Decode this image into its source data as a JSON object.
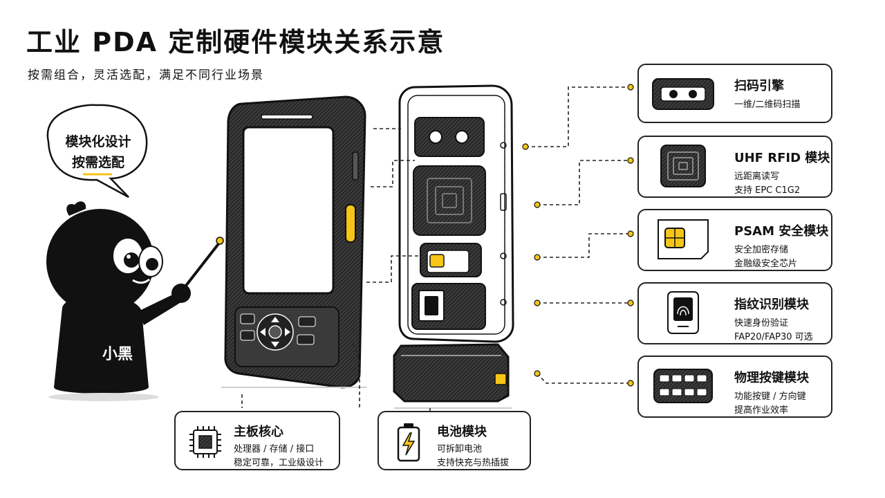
{
  "header": {
    "title": "工业 PDA 定制硬件模块关系示意",
    "subtitle": "按需组合，灵活选配，满足不同行业场景"
  },
  "bubble": {
    "line1": "模块化设计",
    "line2": "按需选配"
  },
  "mascot": {
    "label": "小黑"
  },
  "modules": [
    {
      "title": "扫码引擎",
      "line1": "一维/二维码扫描",
      "line2": "",
      "icon": "barcode-scanner-icon"
    },
    {
      "title": "UHF RFID 模块",
      "line1": "远距离读写",
      "line2": "支持 EPC C1G2",
      "icon": "rfid-antenna-icon"
    },
    {
      "title": "PSAM 安全模块",
      "line1": "安全加密存储",
      "line2": "金融级安全芯片",
      "icon": "sim-chip-icon"
    },
    {
      "title": "指纹识别模块",
      "line1": "快速身份验证",
      "line2": "FAP20/FAP30 可选",
      "icon": "fingerprint-icon"
    },
    {
      "title": "物理按键模块",
      "line1": "功能按键 / 方向键",
      "line2": "提高作业效率",
      "icon": "keypad-icon"
    }
  ],
  "bottom": [
    {
      "title": "主板核心",
      "line1": "处理器 / 存储 / 接口",
      "line2": "稳定可靠，工业级设计",
      "icon": "cpu-chip-icon"
    },
    {
      "title": "电池模块",
      "line1": "可拆卸电池",
      "line2": "支持快充与热插拔",
      "icon": "battery-icon"
    }
  ],
  "colors": {
    "accent": "#F5C518",
    "ink": "#222222",
    "screen": "#ffffff"
  }
}
